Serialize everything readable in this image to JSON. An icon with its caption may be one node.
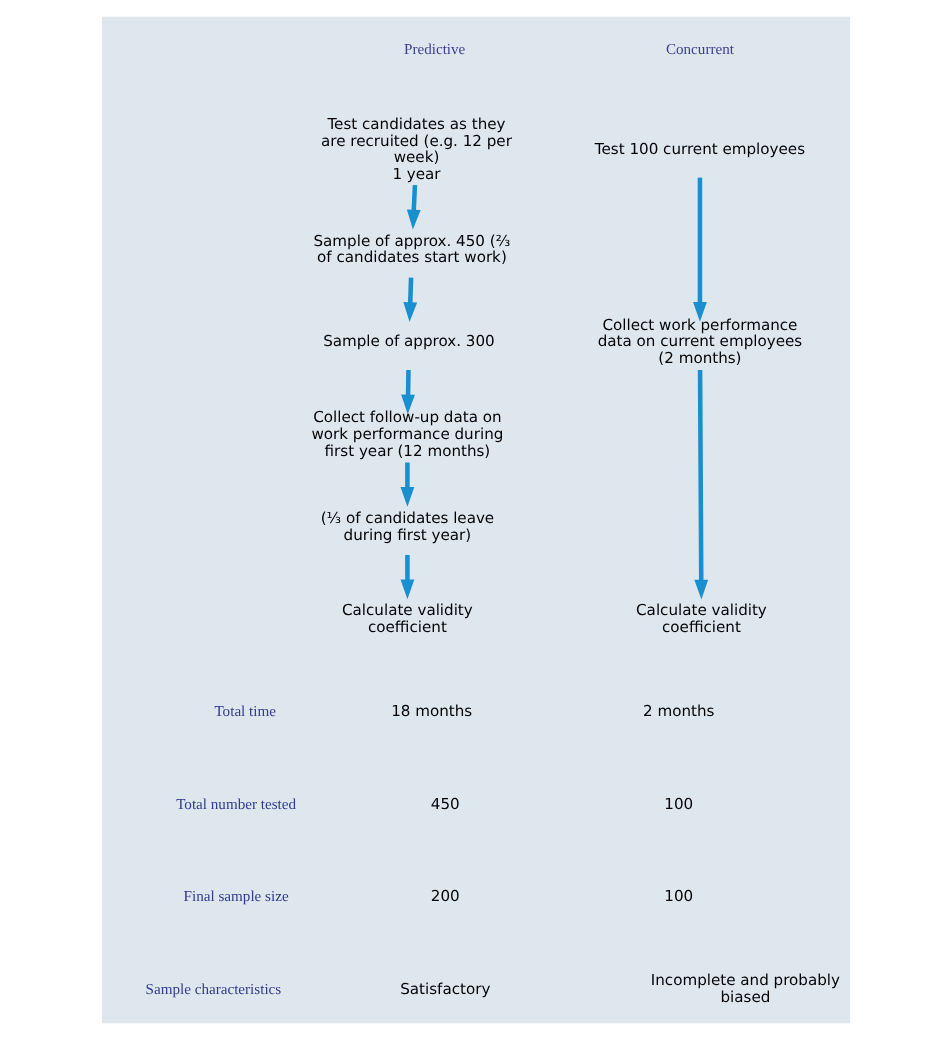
{
  "diagram": {
    "nodes": [
      {
        "text": [
          "Test candidates as they are recruited (e.g. 12 per week)",
          "1 year"
        ]
      },
      {
        "text": [
          "Sample of approx. 450 (²⁄₃ of candidates start work)"
        ]
      },
      {
        "text": [
          "Sample of approx. 300"
        ]
      },
      {
        "text": [
          "Collect follow-up data on work performance during first year (12 months)"
        ]
      },
      {
        "text": [
          "(¹⁄₃ of candidates leave during first year)"
        ]
      },
      {
        "text": [
          "Calculate validity coefficient"
        ]
      },
      {
        "text": [
          "Test 100 current employees"
        ]
      },
      {
        "text": [
          "Collect work performance data on current employees (2 months)"
        ]
      },
      {
        "text": [
          "Calculate validity coefficient"
        ]
      }
    ],
    "edges": [
      {
        "from": 0,
        "to": 1,
        "arrow": "to"
      },
      {
        "from": 1,
        "to": 2,
        "arrow": "to"
      },
      {
        "from": 2,
        "to": 3,
        "arrow": "to"
      },
      {
        "from": 3,
        "to": 4,
        "arrow": "to"
      },
      {
        "from": 4,
        "to": 5,
        "arrow": "to"
      },
      {
        "from": 6,
        "to": 7,
        "arrow": "to"
      },
      {
        "from": 7,
        "to": 8,
        "arrow": "to"
      }
    ],
    "labels": [
      "Predictive",
      "Concurrent",
      "Total time",
      "18 months",
      "2 months",
      "Total number tested",
      "450",
      "100",
      "Final sample size",
      "200",
      "100",
      "Sample characteristics",
      "Satisfactory",
      "Incomplete and probably biased"
    ]
  }
}
